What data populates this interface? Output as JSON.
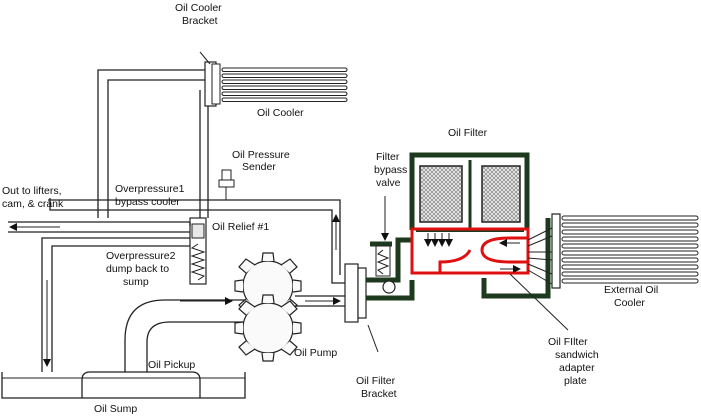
{
  "labels": {
    "oil_cooler_bracket": [
      "Oil Cooler",
      "Bracket"
    ],
    "oil_cooler": "Oil Cooler",
    "oil_filter": "Oil Filter",
    "oil_pressure_sender": [
      "Oil Pressure",
      "Sender"
    ],
    "filter_bypass_valve": [
      "Filter",
      "bypass",
      "valve"
    ],
    "out_to_lifters": [
      "Out to lifters,",
      "cam, & crank"
    ],
    "overpressure1": [
      "Overpressure1",
      "bypass cooler"
    ],
    "oil_relief": "Oil Relief #1",
    "overpressure2": [
      "Overpressure2",
      "dump back to",
      "sump"
    ],
    "external_oil_cooler": [
      "External Oil",
      "Cooler"
    ],
    "oil_pump": "Oil Pump",
    "oil_pickup": "Oil Pickup",
    "oil_filter_bracket": [
      "Oil Filter",
      "Bracket"
    ],
    "sandwich_adapter": [
      "Oil FIlter",
      "sandwich",
      "adapter",
      "plate"
    ],
    "oil_sump": "Oil Sump"
  },
  "colors": {
    "outline": "#222222",
    "filter_housing": "#1e3a1e",
    "sandwich_plate": "#e01010",
    "element_hatch": "#555555"
  }
}
